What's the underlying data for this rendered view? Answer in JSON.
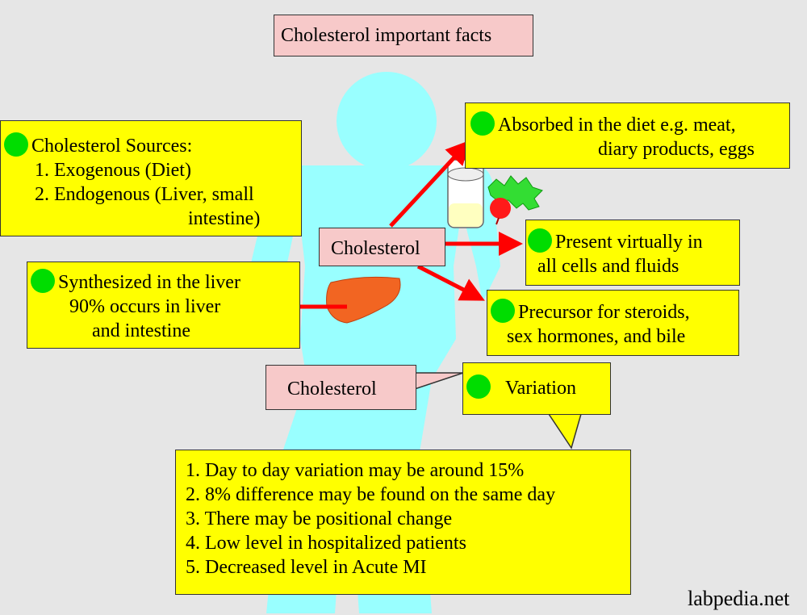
{
  "title": "Cholesterol important facts",
  "sources": {
    "heading": "Cholesterol Sources:",
    "items": [
      "1. Exogenous (Diet)",
      "2. Endogenous (Liver, small",
      "intestine)"
    ]
  },
  "absorbed": {
    "line1": "Absorbed in the diet e.g. meat,",
    "line2": "diary products, eggs"
  },
  "present": {
    "line1": "Present virtually in",
    "line2": "all cells and fluids"
  },
  "synthesized": {
    "line1": "Synthesized in the liver",
    "line2": "90% occurs in liver",
    "line3": "and intestine"
  },
  "precursor": {
    "line1": "Precursor for steroids,",
    "line2": "sex hormones, and bile"
  },
  "center_label": "Cholesterol",
  "bottom_label": "Cholesterol",
  "variation": {
    "heading": "Variation",
    "items": [
      "1. Day to day variation may be around 15%",
      "2. 8% difference may be found on the same day",
      "3. There may be positional change",
      "4. Low level in hospitalized patients",
      "5. Decreased level in Acute MI"
    ]
  },
  "watermark": "labpedia.net",
  "colors": {
    "background": "#e6e6e6",
    "note": "#ffff00",
    "label": "#f7c9c9",
    "figure": "#99ffff",
    "bullet": "#00dd00",
    "arrow": "#ff0000",
    "liver": "#f26522"
  }
}
